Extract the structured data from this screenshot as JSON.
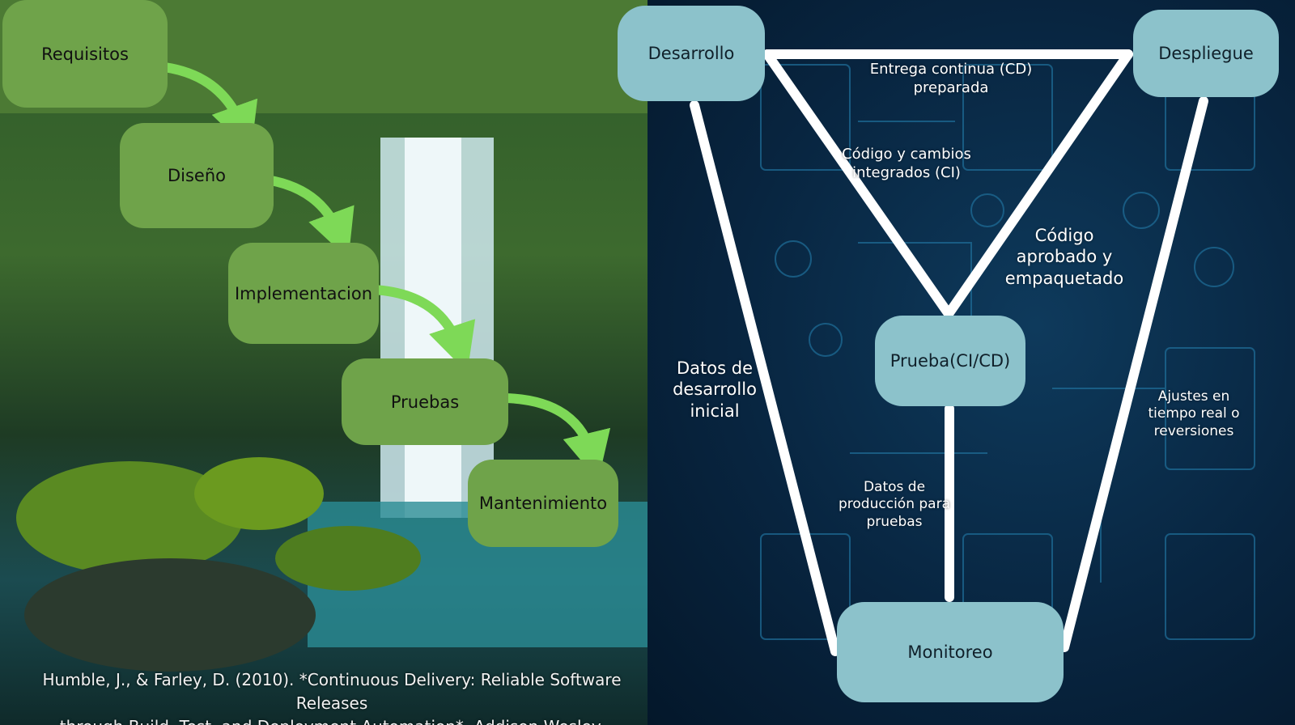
{
  "waterfall": {
    "requisitos": "Requisitos",
    "diseno": "Diseño",
    "implementacion": "Implementacion",
    "pruebas": "Pruebas",
    "mantenimiento": "Mantenimiento"
  },
  "devops": {
    "desarrollo": "Desarrollo",
    "despliegue": "Despliegue",
    "prueba": "Prueba(CI/CD)",
    "monitoreo": "Monitoreo"
  },
  "labels": {
    "entrega_continua": "Entrega continua (CD) preparada",
    "codigo_integrados": "Código y cambios integrados (CI)",
    "codigo_aprobado": "Código aprobado y empaquetado",
    "datos_desarrollo": "Datos de desarrollo inicial",
    "ajustes": "Ajustes en tiempo real o reversiones",
    "datos_produccion": "Datos de producción para pruebas"
  },
  "citation": {
    "line1": "Humble, J., & Farley, D. (2010). *Continuous Delivery: Reliable Software Releases",
    "line2": "through Build, Test, and Deployment Automation*. Addison-Wesley."
  },
  "colors": {
    "waterfall_node": "#6fa34a",
    "waterfall_arrow": "#7ed957",
    "devops_node": "#8cc2cb",
    "devops_line": "#ffffff"
  }
}
